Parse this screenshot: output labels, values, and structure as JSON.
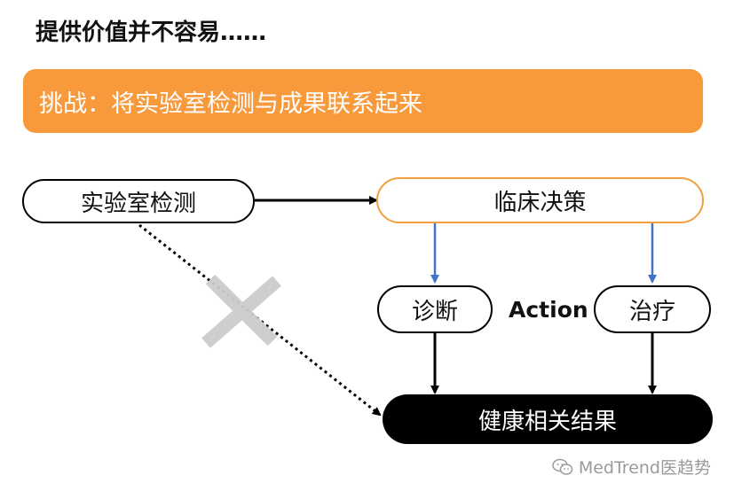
{
  "title": "提供价值并不容易……",
  "challenge": "挑战：将实验室检测与成果联系起来",
  "nodes": {
    "lab_test": "实验室检测",
    "clinical_decision": "临床决策",
    "diagnosis": "诊断",
    "treatment": "治疗",
    "health_outcome": "健康相关结果"
  },
  "action_label": "Action",
  "watermark": "MedTrend医趋势",
  "colors": {
    "banner": "#f89a3c",
    "accent_border": "#f0a040",
    "blue_arrow": "#4472c4",
    "outcome_fill": "#000000",
    "cross": "#cccccc"
  }
}
